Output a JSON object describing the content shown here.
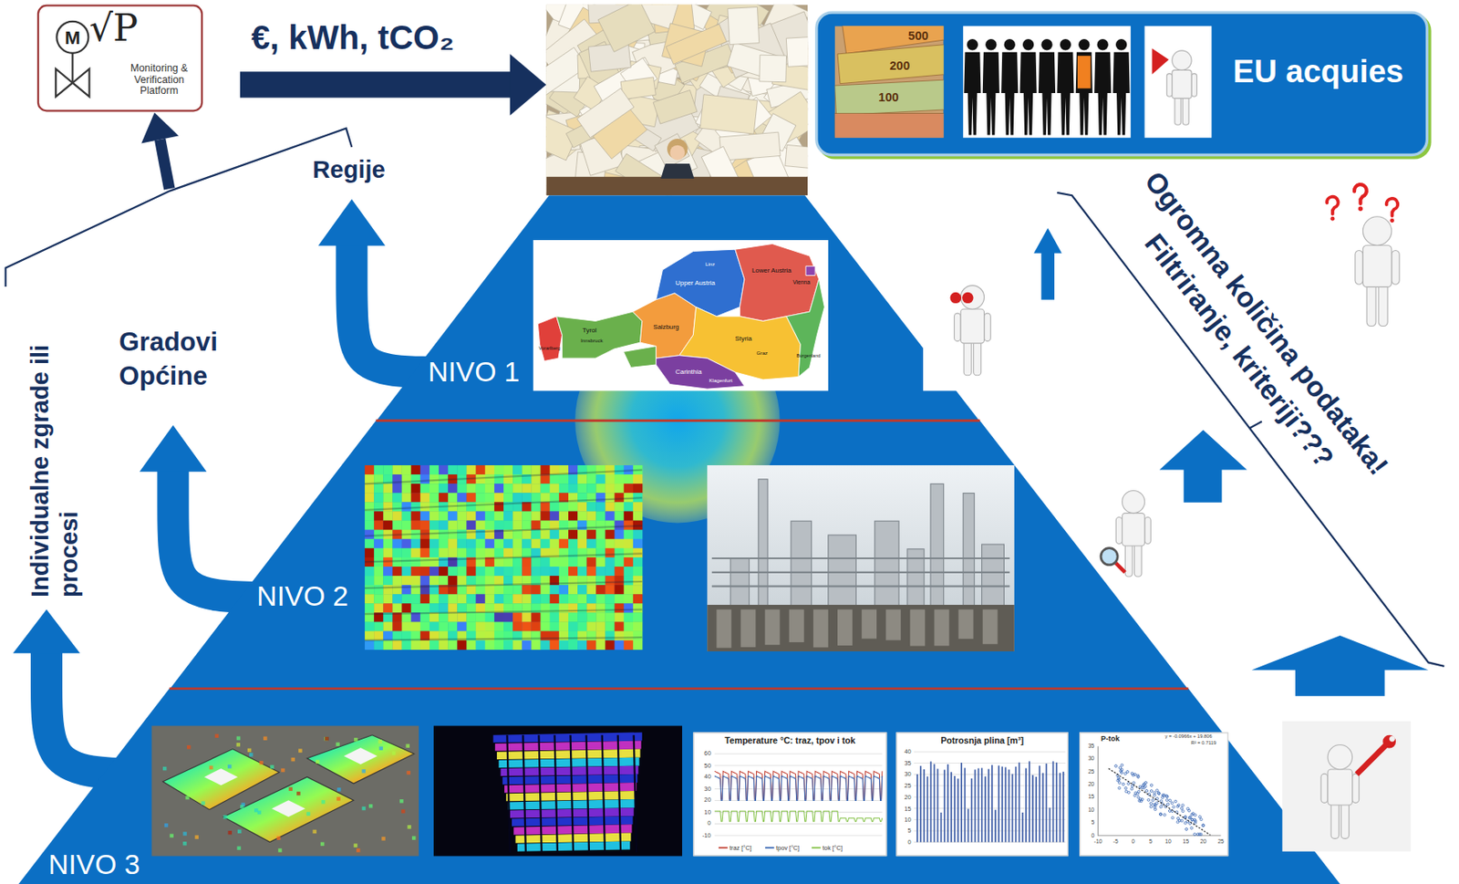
{
  "diagram": {
    "nodes": [
      {
        "text": [
          "M",
          "√P",
          "Monitoring & Verification Platform"
        ]
      },
      {
        "text": [
          "EU acquies"
        ]
      },
      {
        "text": [
          "NIVO 1"
        ]
      },
      {
        "text": [
          "NIVO 2"
        ]
      },
      {
        "text": [
          "NIVO 3"
        ]
      },
      {
        "text": [
          "Temperature °C: traz, tpov i tok"
        ],
        "in": 4
      },
      {
        "text": [
          "Potrosnja plina [m³]"
        ],
        "in": 4
      },
      {
        "text": [
          "P-tok"
        ],
        "in": 4
      }
    ],
    "labels": [
      "€, kWh, tCO₂",
      "Regije",
      "Gradovi Općine",
      "Individualne zgrade ili procesi",
      "Ogromna količina podataka!",
      "Filtriranje, kriteriji???",
      "500",
      "200",
      "100",
      "Lower Austria",
      "Upper Austria",
      "Vienna",
      "Tyrol",
      "Salzburg",
      "Styria",
      "Carinthia",
      "Vorarlberg",
      "Burgenland",
      "Linz",
      "Innsbruck",
      "Graz",
      "Klagenfurt",
      "60",
      "50",
      "40",
      "30",
      "20",
      "10",
      "0",
      "-10",
      "40",
      "35",
      "30",
      "25",
      "20",
      "15",
      "10",
      "5",
      "0",
      "35",
      "30",
      "25",
      "20",
      "15",
      "10",
      "5",
      "0",
      "-10",
      "-5",
      "0",
      "5",
      "10",
      "15",
      "20",
      "25",
      "y = -0.0966x + 19.806",
      "R² = 0.7119"
    ],
    "legend": [
      {
        "text": "traz [°C]"
      },
      {
        "text": "tpov [°C]"
      },
      {
        "text": "tok [°C]"
      }
    ]
  }
}
